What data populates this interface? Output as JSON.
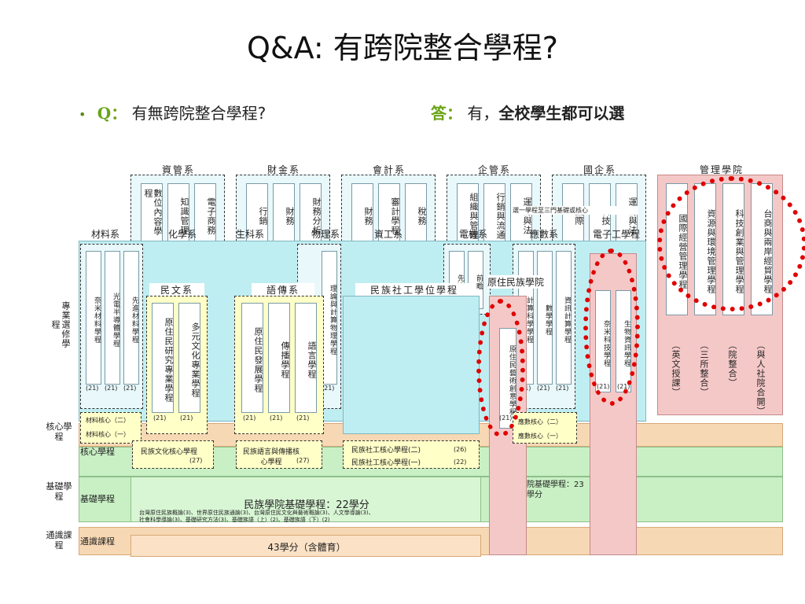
{
  "title": "Q&A: 有跨院整合學程?",
  "qa": {
    "q_mark": "Q：",
    "question": "有無跨院整合學程?",
    "a_mark": "答：",
    "answer_a": "有，",
    "answer_b": "全校學生都可以選"
  },
  "top_depts": [
    {
      "name": "資管系",
      "programs": [
        "數位內容學程",
        "知識管理",
        "電子商務"
      ]
    },
    {
      "name": "財金系",
      "programs": [
        "行銷",
        "財務",
        "財務分析"
      ]
    },
    {
      "name": "會計系",
      "programs": [
        "財務",
        "審計學程",
        "稅務"
      ]
    },
    {
      "name": "企管系",
      "programs": [
        "組織與管理",
        "行銷與流通",
        "運籌與法"
      ]
    },
    {
      "name": "國企系",
      "programs": [
        "國際",
        "科技",
        "運籌與法"
      ]
    }
  ],
  "management_college": {
    "name": "管理學院",
    "programs": [
      "國際經營管理學程",
      "資源與環境管理學程",
      "科技創業與管理學程",
      "台商與兩岸經貿學程"
    ],
    "notes": [
      "（英文授課）",
      "（三所整合）",
      "（院整合）",
      "（與人社院合開）"
    ]
  },
  "mid_labels": [
    "材料系",
    "化學系",
    "生科系",
    "物理系",
    "電機系",
    "資工系",
    "應數系",
    "電子工學程",
    "原住民"
  ],
  "mid_groups": [
    {
      "programs": [
        "奈米材料學程",
        "光電半導體學程",
        "先進材料學程"
      ],
      "units": [
        "(21)",
        "(21)",
        "(21)"
      ]
    },
    {
      "programs": [
        "理論與計算物理學程"
      ],
      "units": [
        "(21)"
      ]
    },
    {
      "programs": [
        "先進",
        "前瞻"
      ],
      "units": []
    },
    {
      "programs": [
        "計算科學學程",
        "數學學程",
        "資訊計算學程"
      ],
      "units": [
        "(21)",
        "(21)",
        "(21)"
      ]
    },
    {
      "programs": [
        "奈米科技學程",
        "生物資訊學程"
      ],
      "units": [
        "(21)",
        "(21)"
      ]
    }
  ],
  "folk": {
    "mw": "民文系",
    "mw_programs": [
      "原住民研究專業學程",
      "多元文化專業學程"
    ],
    "yc": "語傳系",
    "yc_programs": [
      "原住民發展學程",
      "傳播學程",
      "語言學程"
    ],
    "social": "民族社工學位學程",
    "college": "原住民族學院",
    "art_program": "原住民藝術創意學程",
    "unit": "(21)"
  },
  "side_labels": {
    "major": "專業選修學程",
    "core": "核心學程",
    "basic": "基礎學程",
    "general": "通識課程"
  },
  "core": {
    "materials_1": "材料核心（二）",
    "materials_2": "材料核心（一）",
    "math_1": "應數核心（二）",
    "math_2": "應數核心（一）",
    "wen": "民族文化核心學程",
    "wen_unit": "(27)",
    "yuchuan": "民族語言與傳播核心學程",
    "yuchuan_unit": "(27)",
    "social_2": "民族社工核心學程(二)",
    "social_2_unit": "(26)",
    "social_1": "民族社工核心學程(一)",
    "social_1_unit": "(22)",
    "core_label": "核心學程",
    "basic_label": "基礎學程",
    "general_label": "通識課程"
  },
  "basic": {
    "title": "民族學院基礎學程：22學分",
    "line1": "台灣原住民族概論(3)、世界原住民族通論(3)、台灣原住民文化與藝術概論(3)、人文學導論(3)、",
    "line2": "社會科學導論(3)、基礎研究方法(3)、基礎族語（上）(2)、基礎族語（下）(2)",
    "right": "院基礎學程：23學分"
  },
  "general": {
    "credits": "43學分（含體育）"
  },
  "tiny_note": "選一學程至三門基礎或核心"
}
